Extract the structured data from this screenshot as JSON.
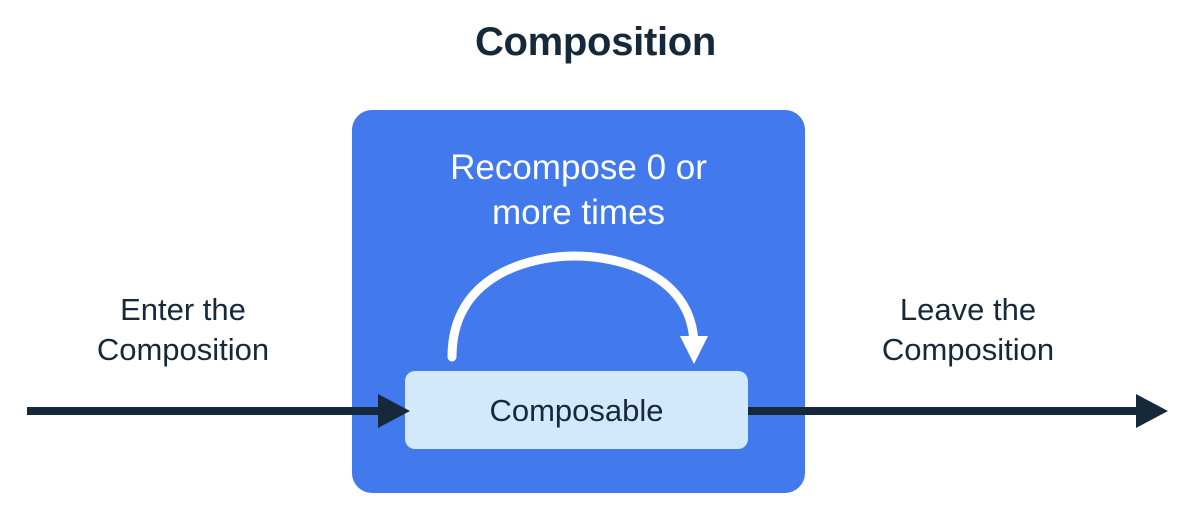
{
  "diagram": {
    "title": "Composition",
    "type": "flow-diagram",
    "colors": {
      "background": "#FFFFFF",
      "text_dark": "#16293A",
      "composition_fill": "#4279EC",
      "composable_fill": "#D2E8FB",
      "recompose_arrow": "#FFFFFF",
      "flow_arrow": "#16293A"
    },
    "composition_region": {
      "recompose_label": "Recompose 0 or\nmore times",
      "recompose_label_line1": "Recompose 0 or",
      "recompose_label_line2": "more times",
      "recompose_arrow_name": "recompose-loop-arrow",
      "composable": {
        "label": "Composable"
      }
    },
    "flow": {
      "enter": {
        "caption_line1": "Enter the",
        "caption_line2": "Composition",
        "arrow_direction": "right"
      },
      "leave": {
        "caption_line1": "Leave the",
        "caption_line2": "Composition",
        "arrow_direction": "right"
      }
    }
  }
}
